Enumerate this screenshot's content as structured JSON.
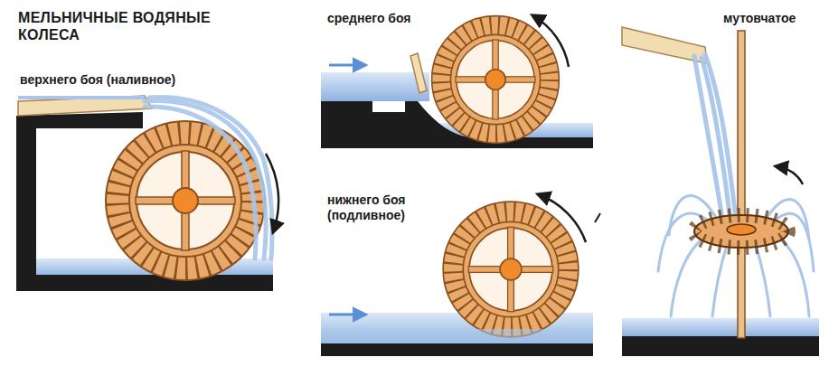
{
  "diagram": {
    "title": "МЕЛЬНИЧНЫЕ ВОДЯНЫЕ КОЛЕСА",
    "labels": [
      "верхнего боя (наливное)",
      "среднего боя",
      "нижнего боя (подливное)",
      "мутовчатое"
    ]
  }
}
